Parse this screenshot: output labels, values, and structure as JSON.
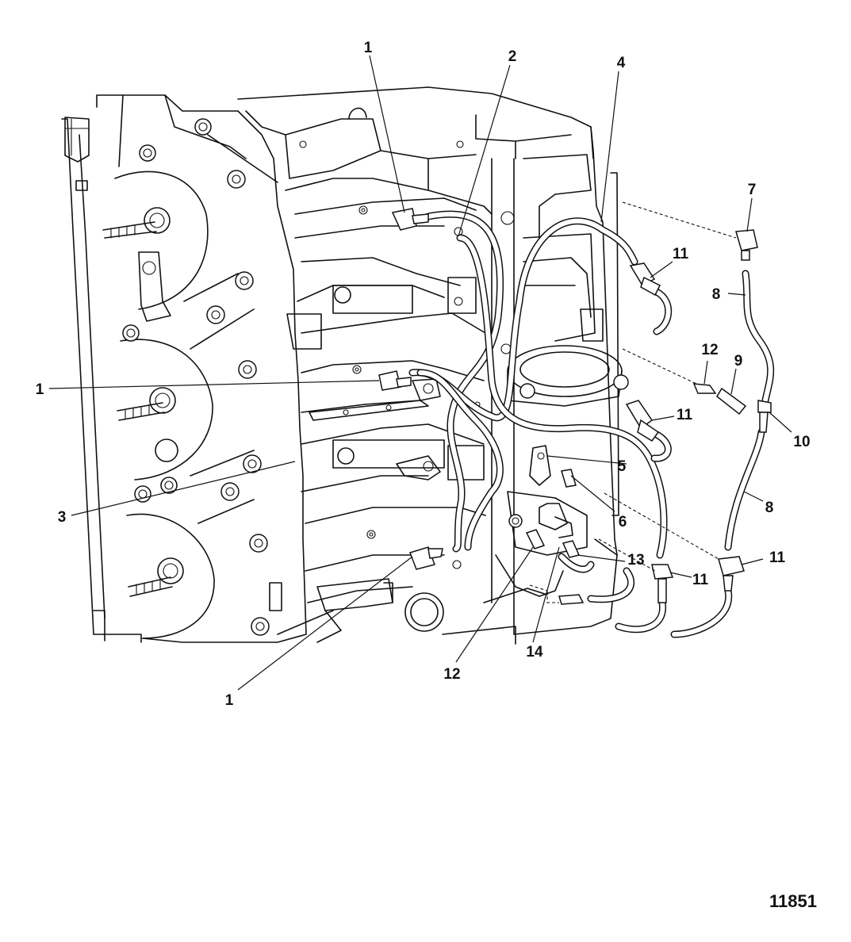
{
  "callouts": {
    "c1a": "1",
    "c1b": "1",
    "c1c": "1",
    "c2": "2",
    "c3": "3",
    "c4": "4",
    "c5": "5",
    "c6": "6",
    "c7": "7",
    "c8a": "8",
    "c8b": "8",
    "c9": "9",
    "c10": "10",
    "c11a": "11",
    "c11b": "11",
    "c11c": "11",
    "c11d": "11",
    "c12a": "12",
    "c12b": "12",
    "c13": "13",
    "c14": "14"
  },
  "figure_number": "11851"
}
